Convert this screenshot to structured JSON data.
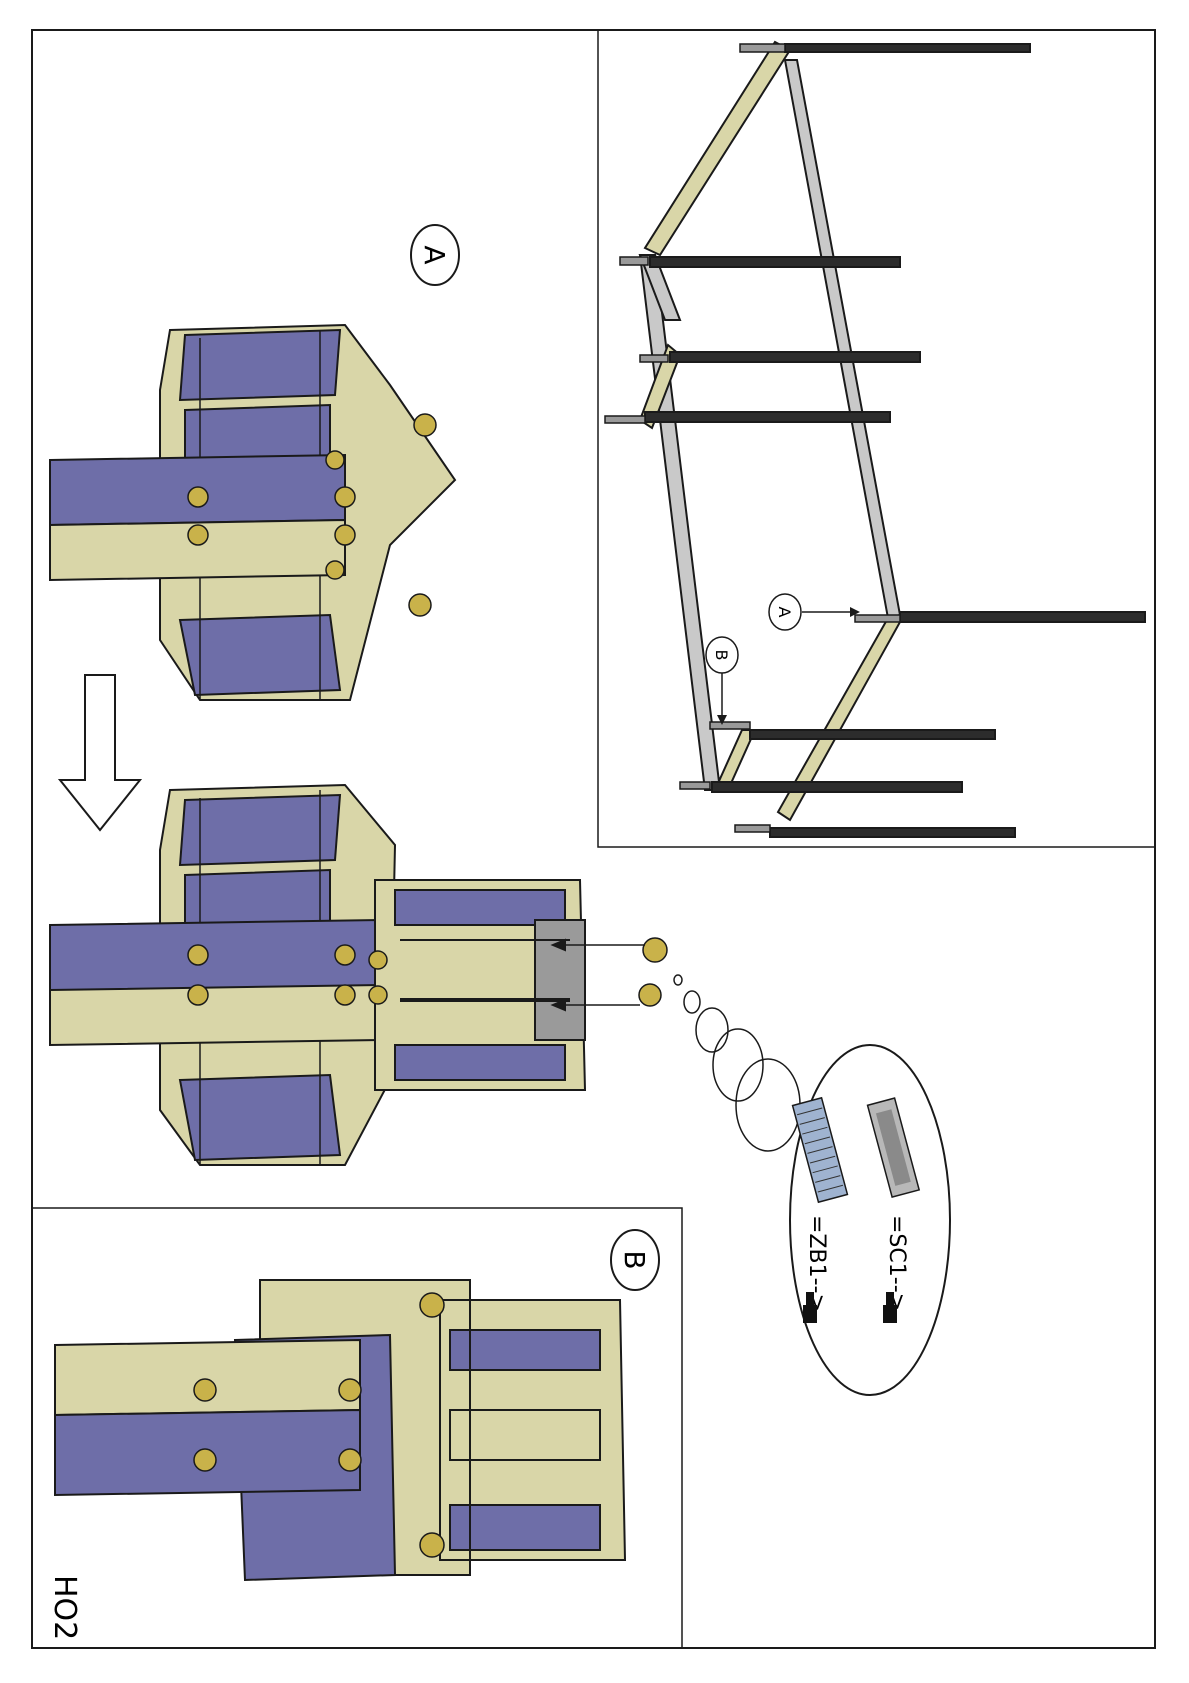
{
  "sheet": {
    "code": "HO2"
  },
  "callouts": {
    "detail_a": "A",
    "detail_b": "B",
    "frame_a": "A",
    "frame_b": "B"
  },
  "parts": [
    {
      "label": "=SC1-->",
      "icon": "screw-icon"
    },
    {
      "label": "=ZB1-->",
      "icon": "screw-icon"
    }
  ],
  "colors": {
    "beam_tan": "#d9d6a8",
    "beam_purple": "#6e6ea8",
    "bolt_gold": "#c9b24a",
    "line": "#1a1a1a"
  }
}
